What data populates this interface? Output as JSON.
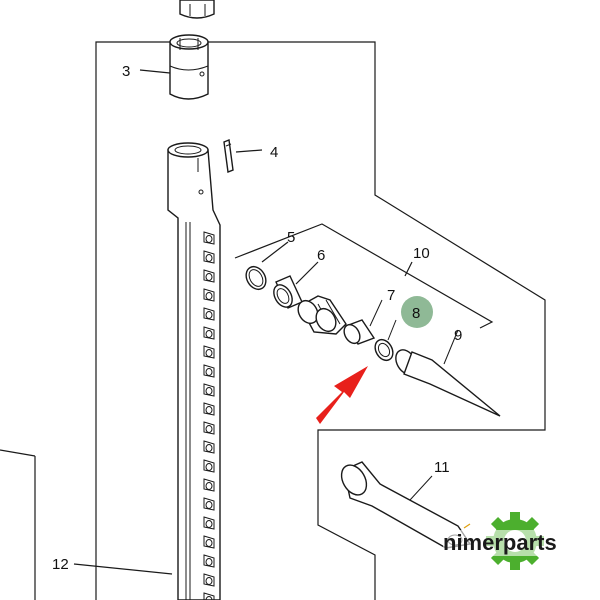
{
  "callouts": {
    "c3": "3",
    "c4": "4",
    "c5": "5",
    "c6": "6",
    "c7": "7",
    "c8": "8",
    "c9": "9",
    "c10": "10",
    "c11": "11",
    "c12": "12"
  },
  "highlight": {
    "target_label": "8",
    "badge_color": "#8fb996",
    "arrow_color": "#e8201b"
  },
  "brand": {
    "name": "nimerparts",
    "logo_color": "#4caf2e"
  }
}
